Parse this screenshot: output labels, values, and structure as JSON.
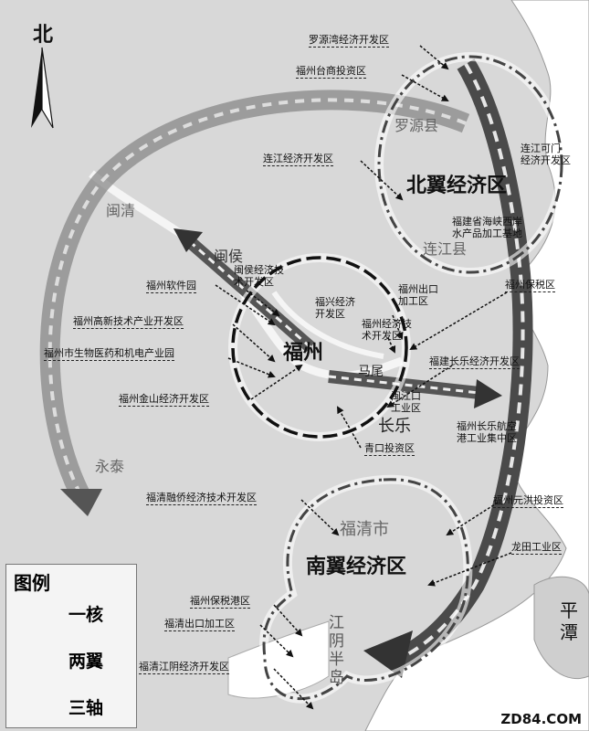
{
  "north": "北",
  "places": {
    "minqing": "闽清",
    "minhou": "闽侯",
    "luoyuan": "罗源县",
    "lianjiang": "连江县",
    "mawei": "马尾",
    "changle": "长乐",
    "yongtai": "永泰",
    "fuqing": "福清市",
    "pingtan": "平\n潭",
    "jiangyin": "江\n阴\n半\n岛"
  },
  "regions": {
    "core": "福州",
    "north_wing": "北翼经济区",
    "south_wing": "南翼经济区"
  },
  "labels": {
    "luoyuanwan": "罗源湾经济开发区",
    "taishang": "福州台商投资区",
    "lianjiang_dev": "连江经济开发区",
    "lianjiang_kemen": "连江可门\n经济开发区",
    "aquatic": "福建省海峡西岸\n水产品加工基地",
    "minhou_dev": "闽侯经济技\n术开发区",
    "software": "福州软件园",
    "hitech": "福州高新技术产业开发区",
    "biomed": "福州市生物医药和机电产业园",
    "jinshan": "福州金山经济开发区",
    "fuxing": "福兴经济\n开发区",
    "export": "福州出口\n加工区",
    "bonded": "福州保税区",
    "fz_etdz": "福州经济技\n术开发区",
    "changle_dev": "福建长乐经济开发区",
    "minjiangkou": "闽江口\n工业区",
    "airport": "福州长乐航空\n港工业集中区",
    "qingkou": "青口投资区",
    "rongqiao": "福清融侨经济技术开发区",
    "yuanhong": "福州元洪投资区",
    "longtian": "龙田工业区",
    "bonded_port": "福州保税港区",
    "fuqing_export": "福清出口加工区",
    "jiangyin_dev": "福清江阴经济开发区"
  },
  "legend": {
    "title": "图例",
    "core": "一核",
    "wings": "两翼",
    "axes": "三轴"
  },
  "watermark": "ZD84.COM"
}
